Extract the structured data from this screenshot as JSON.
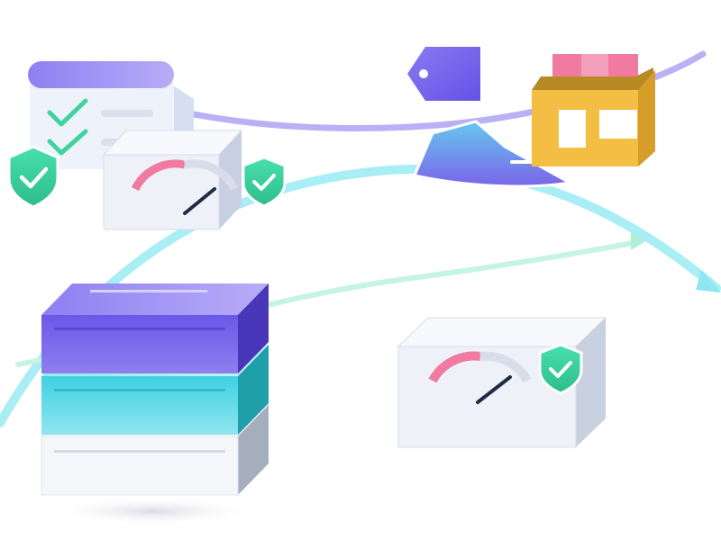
{
  "illustration": {
    "colors": {
      "purple": "#7b6cf0",
      "purple_light": "#b3a8f5",
      "cyan": "#7ee3ee",
      "mint": "#aef0d6",
      "green": "#3fd3a0",
      "pink": "#f07aa0",
      "gray_panel": "#eef2f8",
      "orange": "#f3be43",
      "dark_needle": "#1f2a44"
    },
    "icons": [
      "checklist-card-icon",
      "shield-check-icon",
      "gauge-box-icon",
      "price-tag-icon",
      "open-box-icon",
      "boat-icon",
      "server-stack-icon"
    ],
    "gauges": [
      {
        "name": "small-gauge",
        "level": 0.45
      },
      {
        "name": "large-gauge",
        "level": 0.45
      }
    ],
    "checklist": {
      "items_checked": 2,
      "items_total": 2
    }
  }
}
